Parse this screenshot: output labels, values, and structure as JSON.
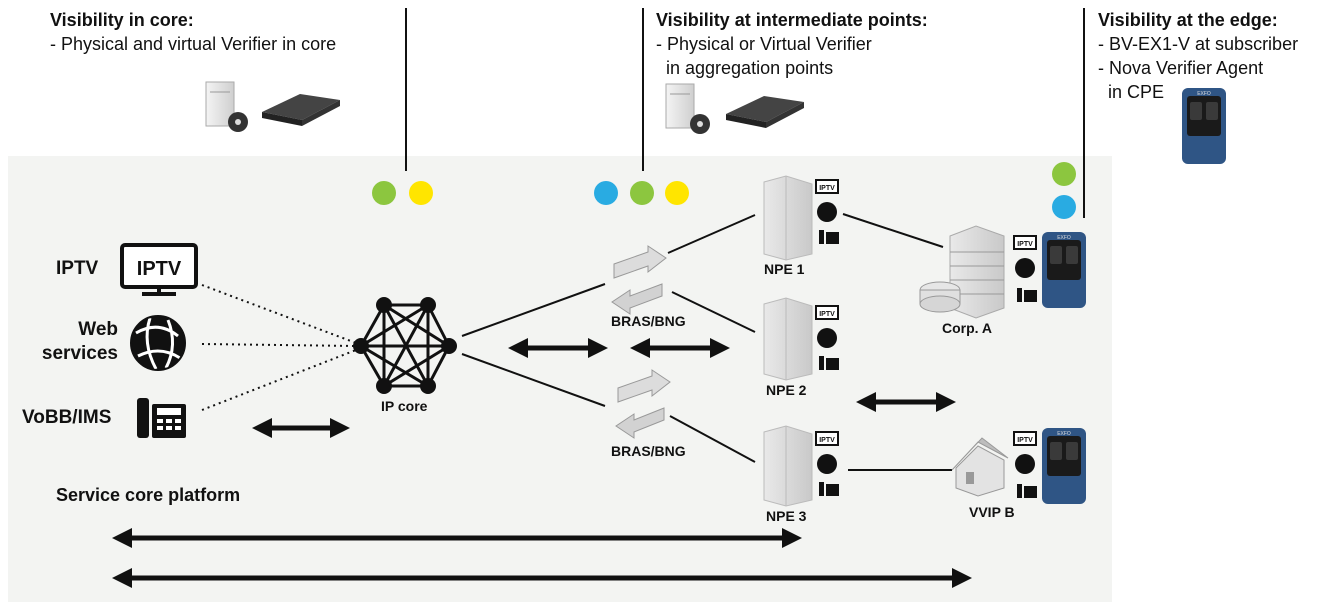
{
  "panels": {
    "core": {
      "title": "Visibility in core:",
      "lines": [
        "- Physical and virtual Verifier in core"
      ]
    },
    "intermediate": {
      "title": "Visibility at intermediate points:",
      "lines": [
        "- Physical or Virtual Verifier",
        "  in aggregation points"
      ]
    },
    "edge": {
      "title": "Visibility at the edge:",
      "lines": [
        "- BV-EX1-V at subscriber",
        "- Nova Verifier Agent",
        "  in CPE"
      ]
    }
  },
  "services": {
    "iptv": "IPTV",
    "iptv_screen": "IPTV",
    "web": [
      "Web",
      "services"
    ],
    "voice": "VoBB/IMS"
  },
  "nodes": {
    "ip_core": "IP core",
    "bras1": "BRAS/BNG",
    "bras2": "BRAS/BNG",
    "npe1": "NPE 1",
    "npe2": "NPE 2",
    "npe3": "NPE 3",
    "corp_a": "Corp. A",
    "vvip_b": "VVIP B"
  },
  "service_core_label": "Service core platform",
  "mini_icon_label": "IPTV",
  "device_label": "EXFO",
  "colors": {
    "green": "#8cc63f",
    "yellow": "#ffe500",
    "blue": "#29abe2",
    "bg_panel": "#f3f4f2",
    "device_blue": "#2f5585"
  }
}
